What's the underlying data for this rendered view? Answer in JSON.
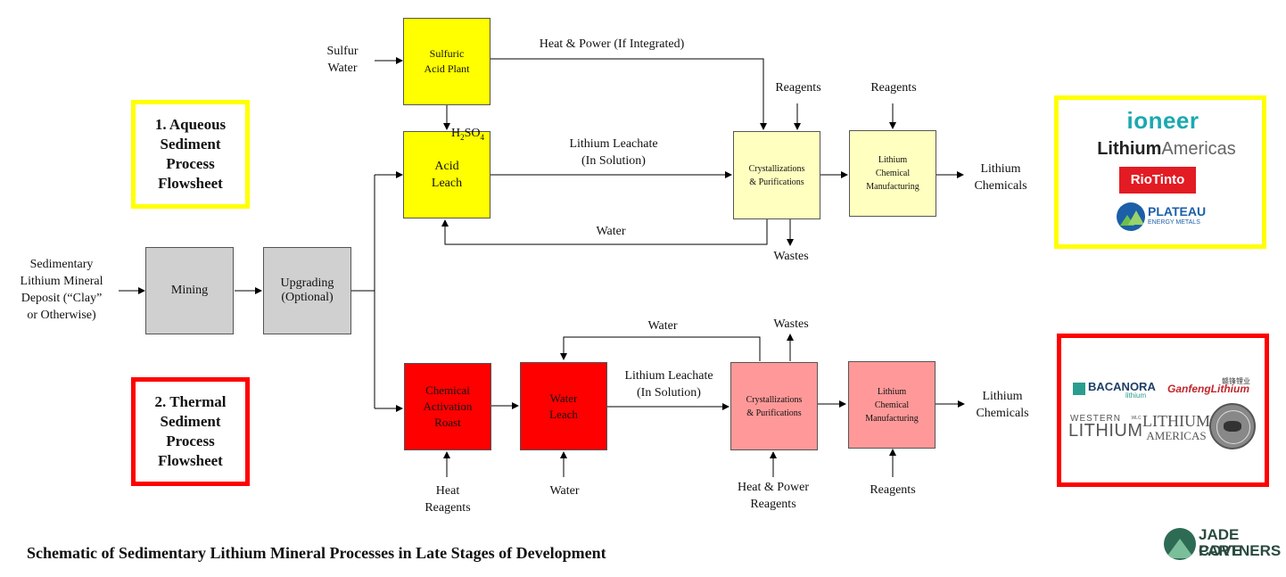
{
  "caption": "Schematic of Sedimentary Lithium Mineral Processes in Late Stages of Development",
  "flowsheets": {
    "aqueous": "1. Aqueous\nSediment\nProcess\nFlowsheet",
    "thermal": "2. Thermal\nSediment\nProcess\nFlowsheet"
  },
  "inputs": {
    "deposit": "Sedimentary\nLithium Mineral\nDeposit (“Clay”\nor Otherwise)",
    "sulfur_water": "Sulfur\nWater"
  },
  "boxes": {
    "mining": "Mining",
    "upgrading": "Upgrading\n(Optional)",
    "acid_plant": "Sulfuric\nAcid Plant",
    "acid_leach": "Acid\nLeach",
    "cryst_top": "Crystallizations\n& Purifications",
    "manuf_top": "Lithium\nChemical\nManufacturing",
    "roast": "Chemical\nActivation\nRoast",
    "water_leach": "Water\nLeach",
    "cryst_bottom": "Crystallizations\n& Purifications",
    "manuf_bottom": "Lithium\nChemical\nManufacturing"
  },
  "labels": {
    "heat_power": "Heat & Power (If Integrated)",
    "h2so4_main": "H",
    "h2so4_sub2": "2",
    "h2so4_so": "SO",
    "h2so4_sub4": "4",
    "leachate_top": "Lithium Leachate\n(In Solution)",
    "reagents_top_1": "Reagents",
    "reagents_top_2": "Reagents",
    "water_top": "Water",
    "wastes_top": "Wastes",
    "chemicals_top": "Lithium\nChemicals",
    "water_bottom_loop": "Water",
    "wastes_bottom": "Wastes",
    "leachate_bottom": "Lithium Leachate\n(In Solution)",
    "heat_reagents": "Heat\nReagents",
    "water_bottom_in": "Water",
    "heat_power_reagents": "Heat & Power\nReagents",
    "reagents_bottom": "Reagents",
    "chemicals_bottom": "Lithium\nChemicals"
  },
  "logos": {
    "ioneer": "ioneer",
    "lithium_americas_bold": "Lithium",
    "lithium_americas_light": "Americas",
    "riotinto": "RioTinto",
    "plateau_1": "PLATEAU",
    "plateau_2": "ENERGY METALS",
    "bacanora_1": "BACANORA",
    "bacanora_2": "lithium",
    "ganfeng_cn": "赣锋锂业",
    "ganfeng": "GanfengLithium",
    "western_1": "WESTERN",
    "western_2": "LITHIUM",
    "western_tag": "WLC",
    "la_stacked_1": "LITHIUM",
    "la_stacked_2": "AMERICAS",
    "jade_1": "JADE COVE",
    "jade_2": "PARTNERS"
  },
  "colors": {
    "yellow": "#ffff00",
    "light_yellow": "#ffffc0",
    "red": "#ff0000",
    "pink": "#ff9999",
    "gray": "#d0d0d0",
    "frame_yellow": "#ffff00",
    "frame_red": "#ff0000",
    "ioneer_teal": "#1aa9b0",
    "riotinto_red": "#e31b23",
    "plateau_blue": "#1b5fa8",
    "jade_green": "#2e6b55"
  }
}
